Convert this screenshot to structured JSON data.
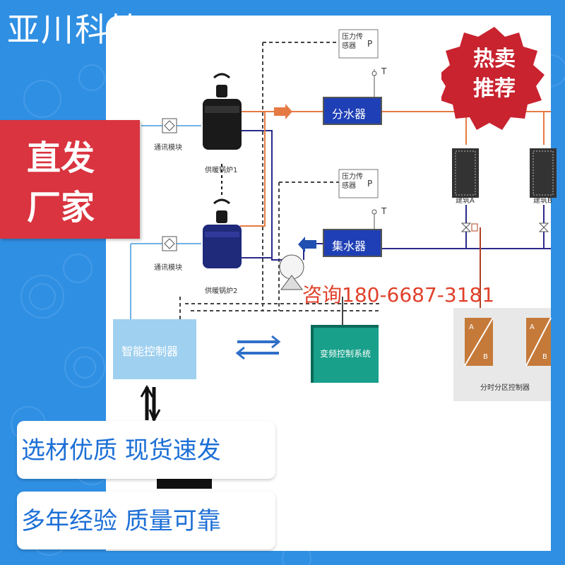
{
  "brand": {
    "name": "亚川科技"
  },
  "ribbon": {
    "line1": "直发",
    "line2": "厂家"
  },
  "badge": {
    "line1": "热卖",
    "line2": "推荐"
  },
  "features": [
    {
      "text": "选材优质  现货速发"
    },
    {
      "text": "多年经验  质量可靠"
    }
  ],
  "consult": {
    "text": "咨询180-6687-3181"
  },
  "diagram": {
    "comm_module_1": "通讯模块",
    "comm_module_2": "通讯模块",
    "boiler_1": "供暖锅炉1",
    "boiler_2": "供暖锅炉2",
    "pressure_sensor_1": "压力传感器",
    "pressure_sensor_2": "压力传感器",
    "p_label_1": "P",
    "p_label_2": "P",
    "t_label_1": "T",
    "t_label_2": "T",
    "distributor": "分水器",
    "collector": "集水器",
    "building_a": "建筑A",
    "building_b": "建筑B",
    "smart_controller": "智能控制器",
    "vfd_system": "变频控制系统",
    "zone_controller": "分时分区控制器",
    "ab_a": "A",
    "ab_b": "B"
  },
  "colors": {
    "background": "#2f8fe3",
    "ribbon": "#d9343f",
    "badge": "#c8232f",
    "feature_text": "#1d6fd6",
    "consult_text": "#e0402a"
  }
}
